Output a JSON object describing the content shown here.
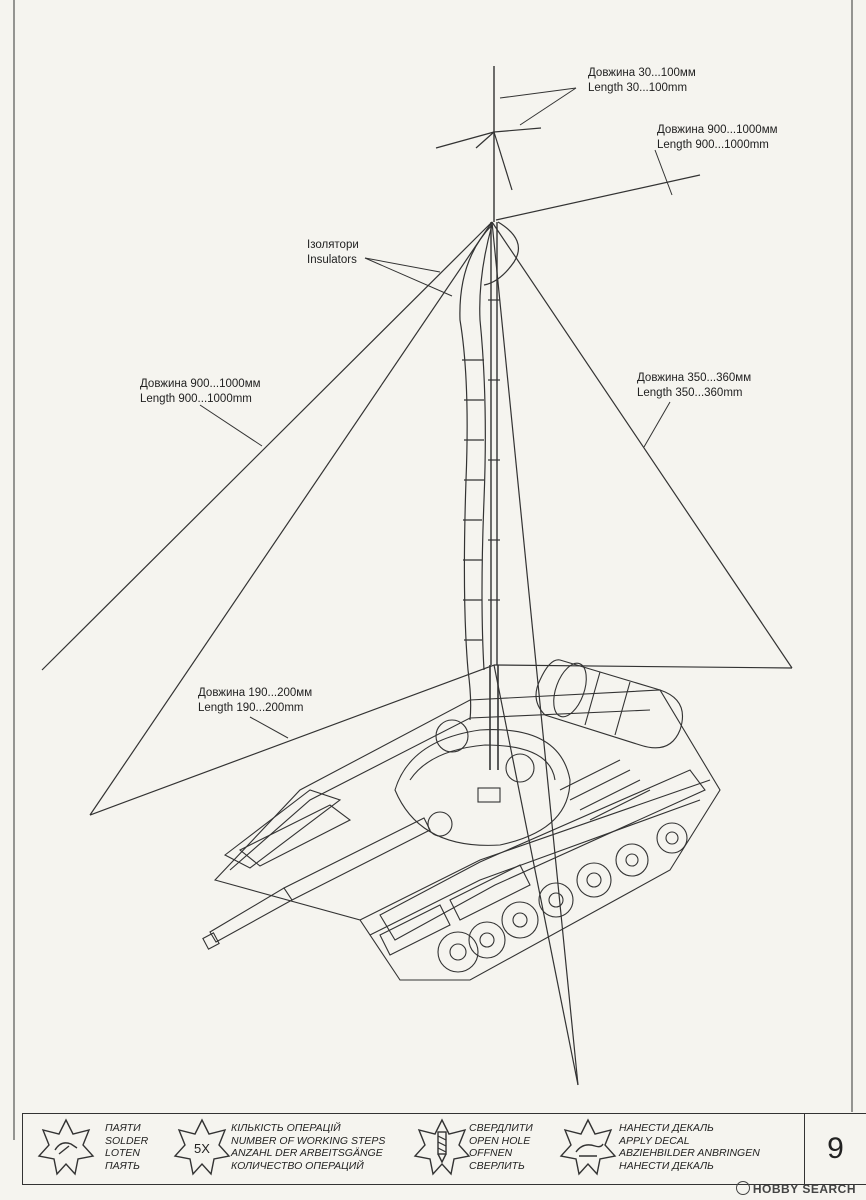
{
  "callouts": {
    "top_whip": {
      "uk": "Довжина 30...100мм",
      "en": "Length 30...100mm"
    },
    "right_top": {
      "uk": "Довжина 900...1000мм",
      "en": "Length 900...1000mm"
    },
    "insulators": {
      "uk": "Ізолятори",
      "en": "Insulators"
    },
    "left_long": {
      "uk": "Довжина 900...1000мм",
      "en": "Length 900...1000mm"
    },
    "right_mid": {
      "uk": "Довжина 350...360мм",
      "en": "Length 350...360mm"
    },
    "left_low": {
      "uk": "Довжина 190...200мм",
      "en": "Length 190...200mm"
    }
  },
  "legend": {
    "solder": [
      "ПАЯТИ",
      "SOLDER",
      "LOTEN",
      "ПАЯТЬ"
    ],
    "steps_badge": "5X",
    "steps": [
      "КІЛЬКІСТЬ ОПЕРАЦІЙ",
      "NUMBER OF WORKING STEPS",
      "ANZAHL DER ARBEITSGÄNGE",
      "КОЛИЧЕСТВО ОПЕРАЦИЙ"
    ],
    "drill": [
      "СВЕРДЛИТИ",
      "OPEN HOLE",
      "OFFNEN",
      "СВЕРЛИТЬ"
    ],
    "decal": [
      "НАНЕСТИ ДЕКАЛЬ",
      "APPLY DECAL",
      "ABZIEHBILDER ANBRINGEN",
      "НАНЕСТИ ДЕКАЛЬ"
    ]
  },
  "page_number": "9",
  "watermark": "HOBBY SEARCH"
}
